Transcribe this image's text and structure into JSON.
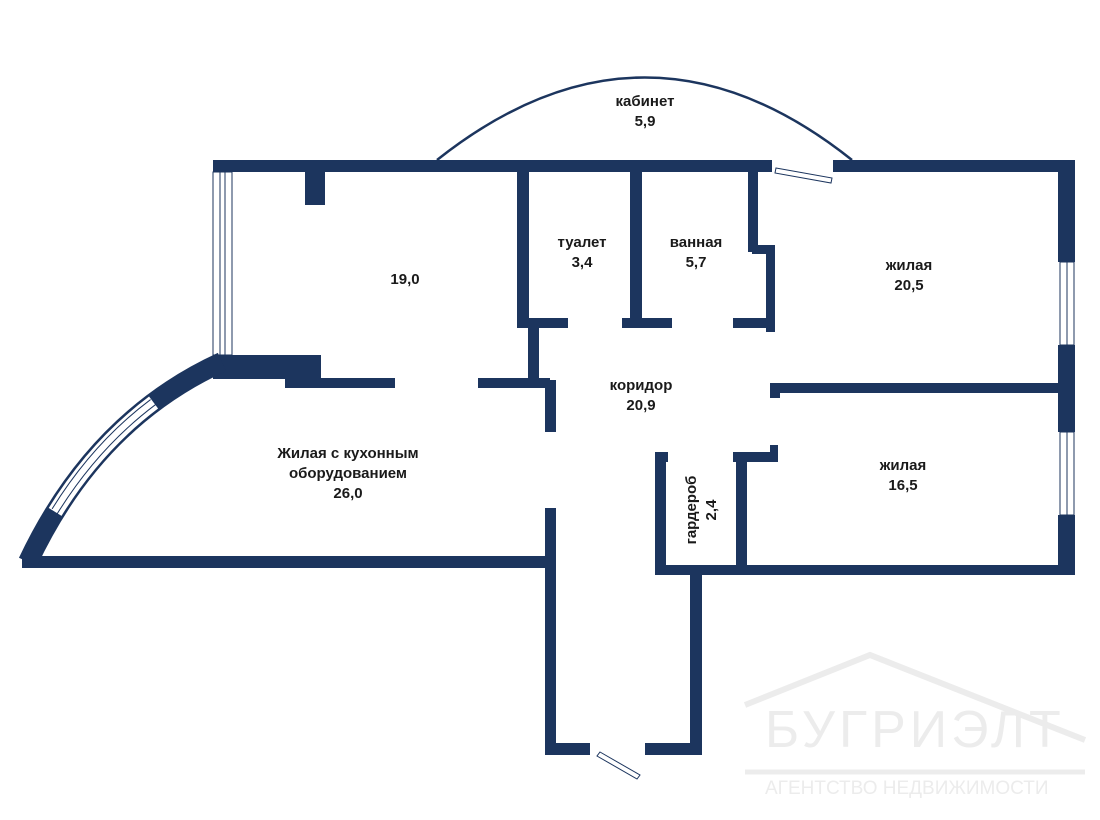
{
  "colors": {
    "wall": "#1c355e",
    "window": "#ffffff",
    "watermark": "#ececec"
  },
  "rooms": [
    {
      "name": "кабинет",
      "area": "5,9"
    },
    {
      "name": "",
      "area": "19,0"
    },
    {
      "name": "туалет",
      "area": "3,4"
    },
    {
      "name": "ванная",
      "area": "5,7"
    },
    {
      "name": "жилая",
      "area": "20,5"
    },
    {
      "name": "коридор",
      "area": "20,9"
    },
    {
      "name": "Жилая с кухонным",
      "name2": "оборудованием",
      "area": "26,0"
    },
    {
      "name": "гардероб",
      "area": "2,4"
    },
    {
      "name": "жилая",
      "area": "16,5"
    }
  ],
  "watermark": {
    "brand": "БУГРИЭЛТ",
    "tagline": "АГЕНТСТВО НЕДВИЖИМОСТИ"
  }
}
